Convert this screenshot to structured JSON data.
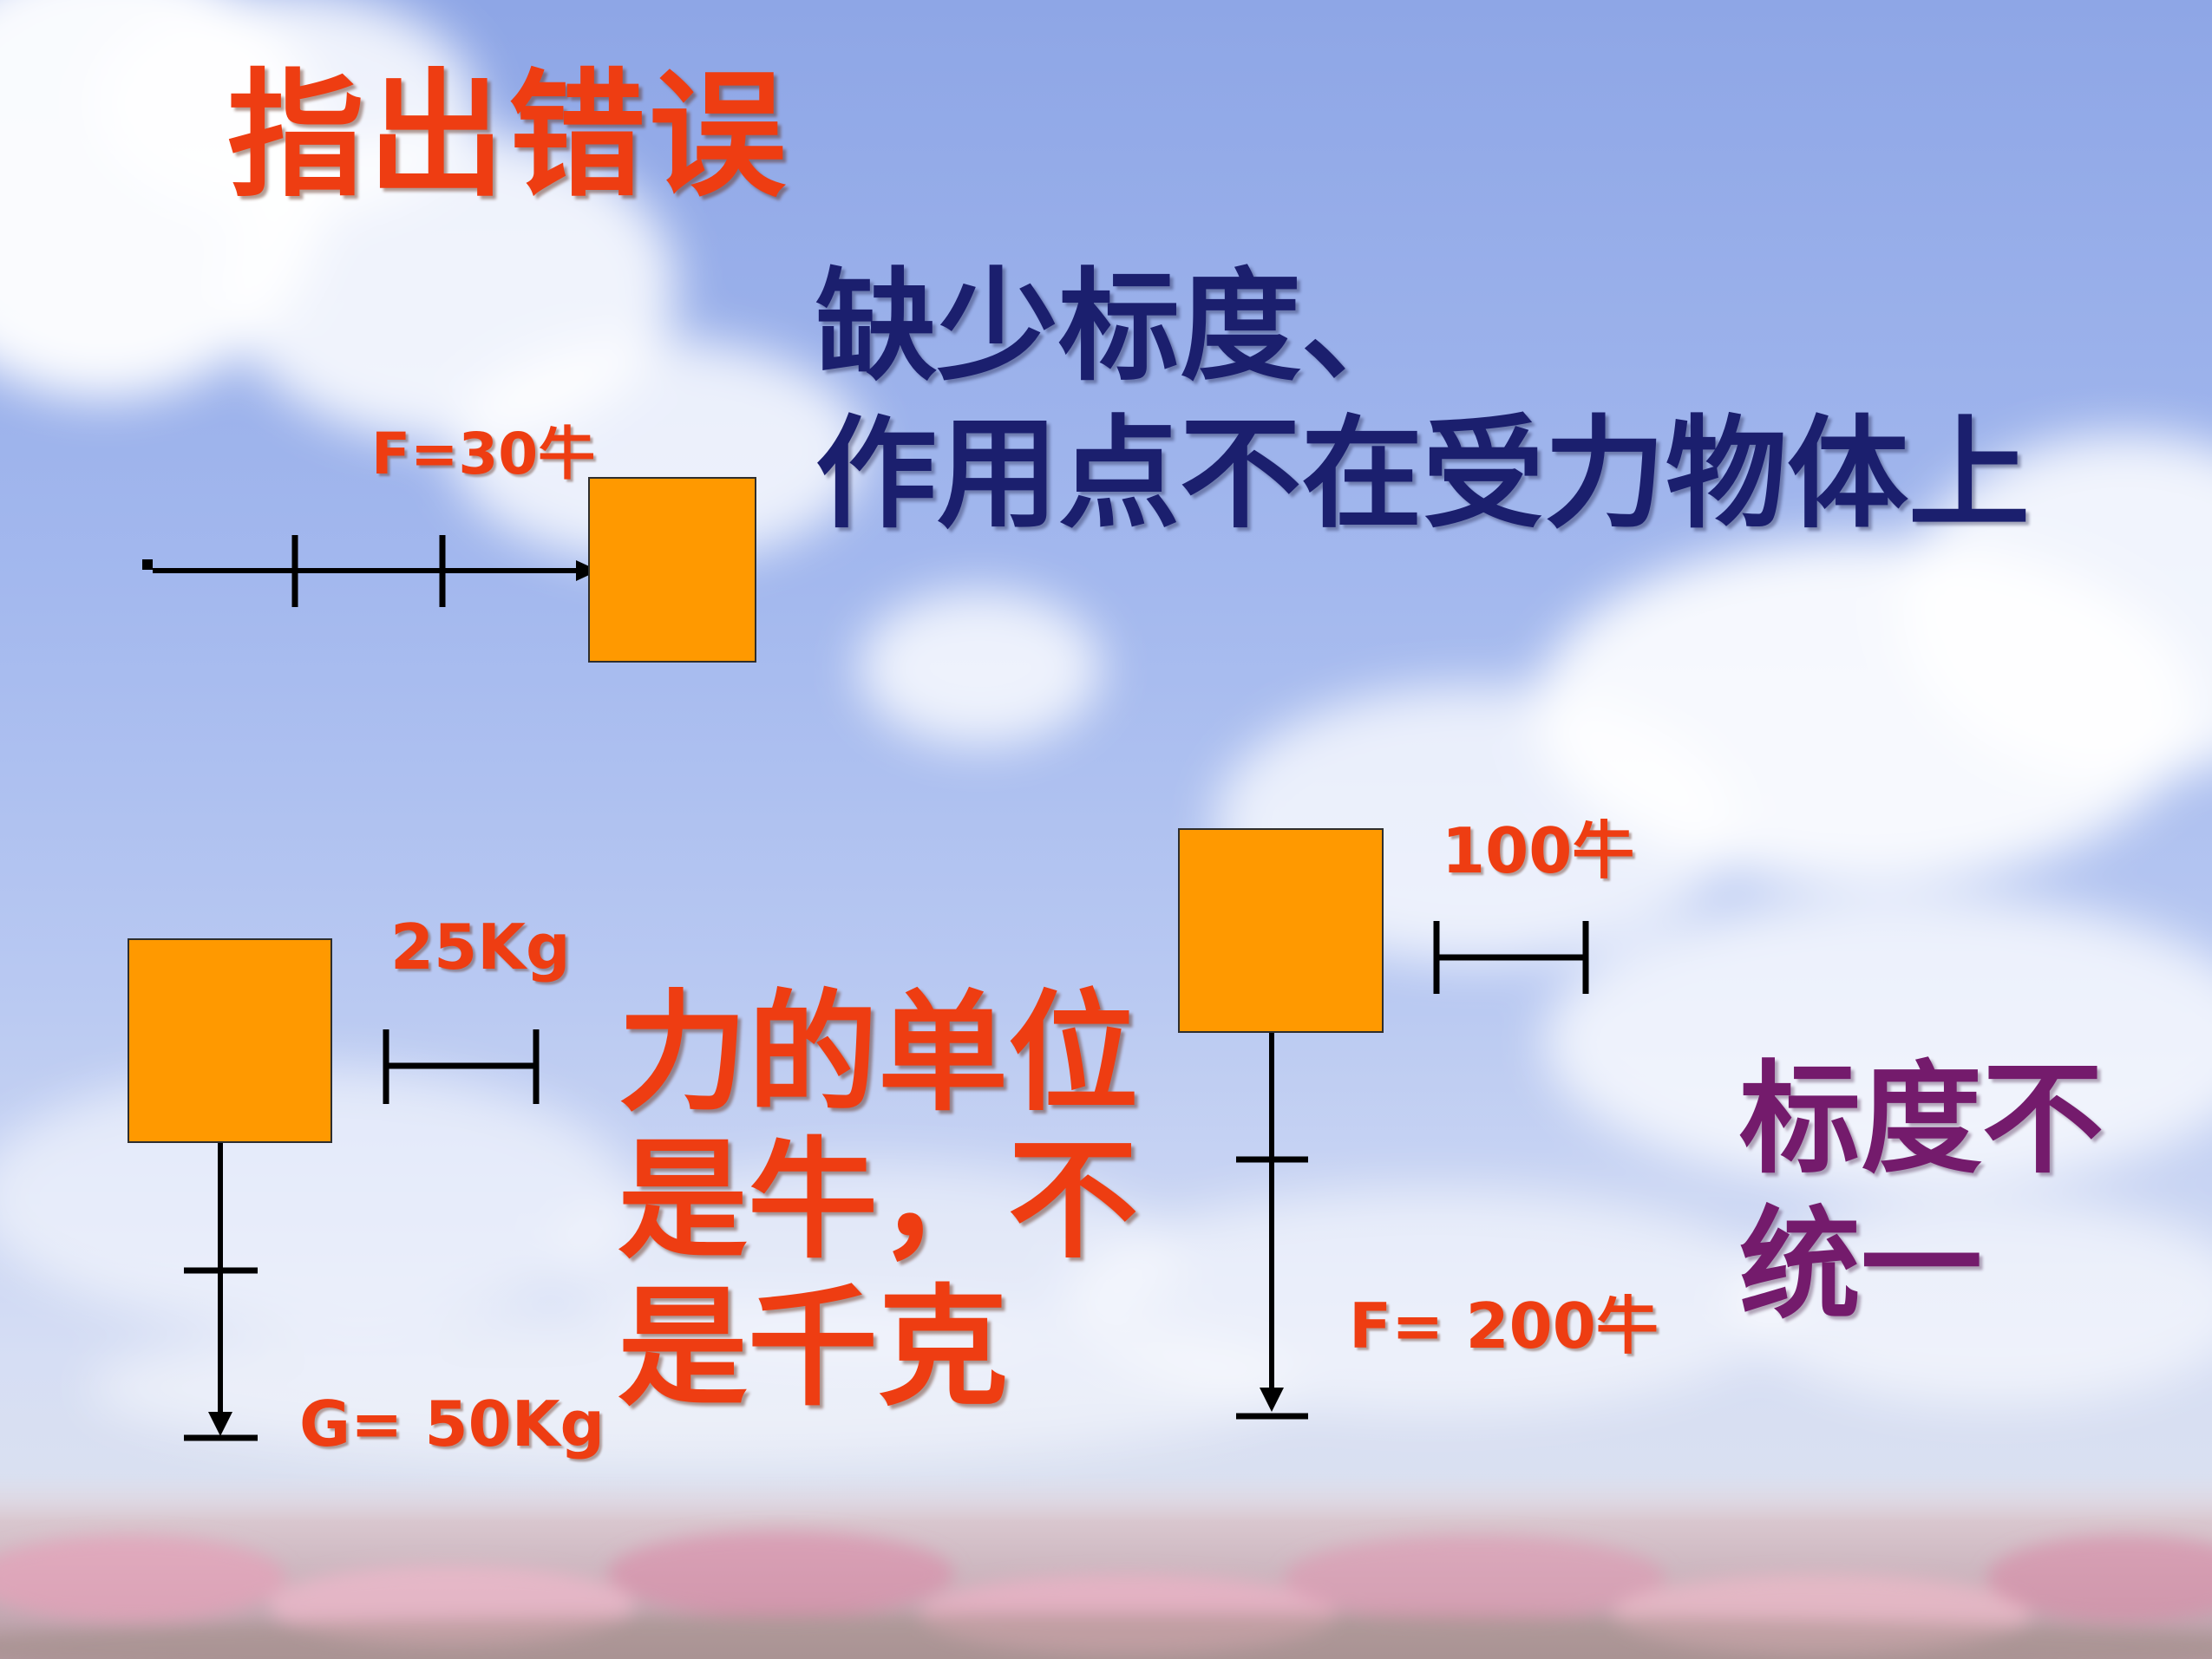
{
  "slide": {
    "title": "指出错误",
    "colors": {
      "accent_red": "#ee3d12",
      "navy": "#1b1f6e",
      "purple": "#741b6c",
      "box_fill": "#ff9900",
      "sky": "#8ea6e6"
    }
  },
  "diagram1": {
    "force_label": "F=30牛",
    "error_text_line1": "缺少标度、",
    "error_text_line2": "作用点不在受力物体上"
  },
  "diagram2": {
    "scale_label": "25Kg",
    "force_label": "G= 50Kg",
    "error_text_line1": "力的单位",
    "error_text_line2": "是牛，不",
    "error_text_line3": "是千克"
  },
  "diagram3": {
    "scale_label": "100牛",
    "force_label": "F= 200牛",
    "error_text_line1": "标度不",
    "error_text_line2": "统一"
  }
}
